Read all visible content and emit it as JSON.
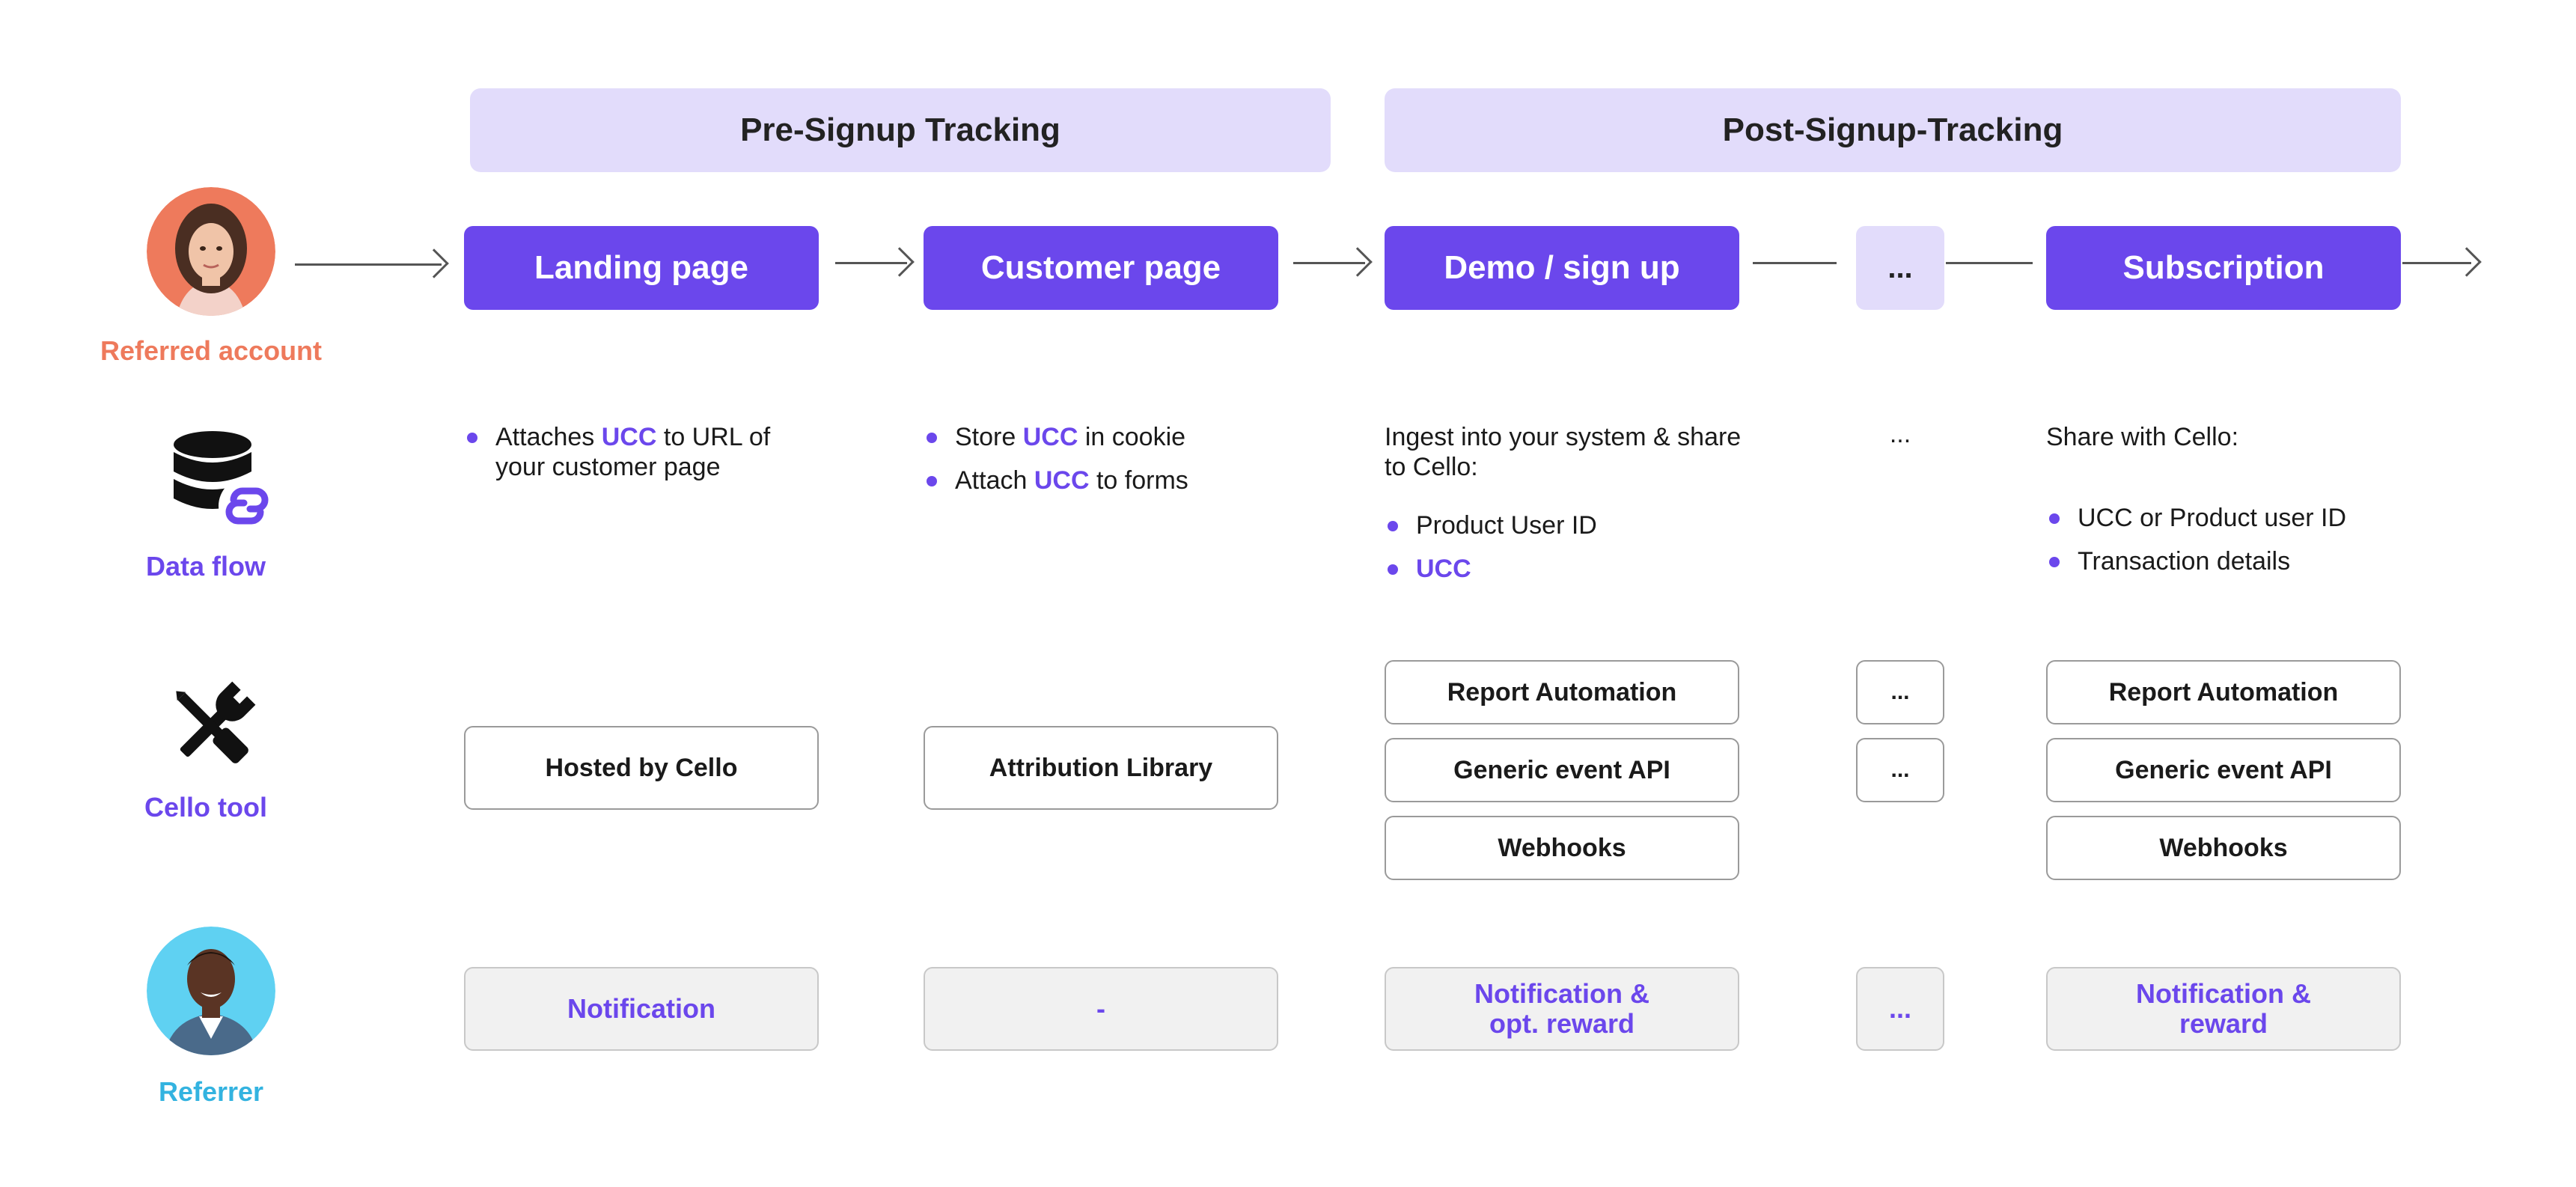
{
  "phases": {
    "pre_signup": "Pre-Signup Tracking",
    "post_signup": "Post-Signup-Tracking"
  },
  "stages": {
    "landing": "Landing page",
    "customer": "Customer page",
    "demo": "Demo / sign up",
    "ellipsis": "...",
    "subscription": "Subscription"
  },
  "rows": {
    "referred_account": "Referred account",
    "data_flow": "Data flow",
    "cello_tool": "Cello tool",
    "referrer": "Referrer"
  },
  "dataflow": {
    "landing": {
      "item1_before": "Attaches ",
      "item1_ucc": "UCC",
      "item1_after": " to URL of your customer page"
    },
    "customer": {
      "item1_before": "Store ",
      "item1_ucc": "UCC",
      "item1_after": " in cookie",
      "item2_before": "Attach ",
      "item2_ucc": "UCC",
      "item2_after": " to forms"
    },
    "demo": {
      "intro": "Ingest into your system & share to Cello:",
      "item1": "Product User ID",
      "item2": "UCC"
    },
    "ellipsis": "...",
    "subscription": {
      "intro": "Share with Cello:",
      "item1": "UCC or Product user ID",
      "item2": "Transaction details"
    }
  },
  "tools": {
    "landing": "Hosted by Cello",
    "customer": "Attribution Library",
    "demo": [
      "Report Automation",
      "Generic event API",
      "Webhooks"
    ],
    "ellipsis": [
      "...",
      "..."
    ],
    "subscription": [
      "Report Automation",
      "Generic event API",
      "Webhooks"
    ]
  },
  "notifications": {
    "landing": "Notification",
    "customer": "-",
    "demo": "Notification &\nopt. reward",
    "ellipsis": "...",
    "subscription": "Notification &\nreward"
  },
  "colors": {
    "accent": "#6b47ec",
    "phase_band": "#e2dcfb",
    "referred_label": "#ee7a5c",
    "referrer_label": "#33b3e0"
  },
  "icons": {
    "data_flow": "database-sync-icon",
    "cello_tool": "tools-icon"
  }
}
